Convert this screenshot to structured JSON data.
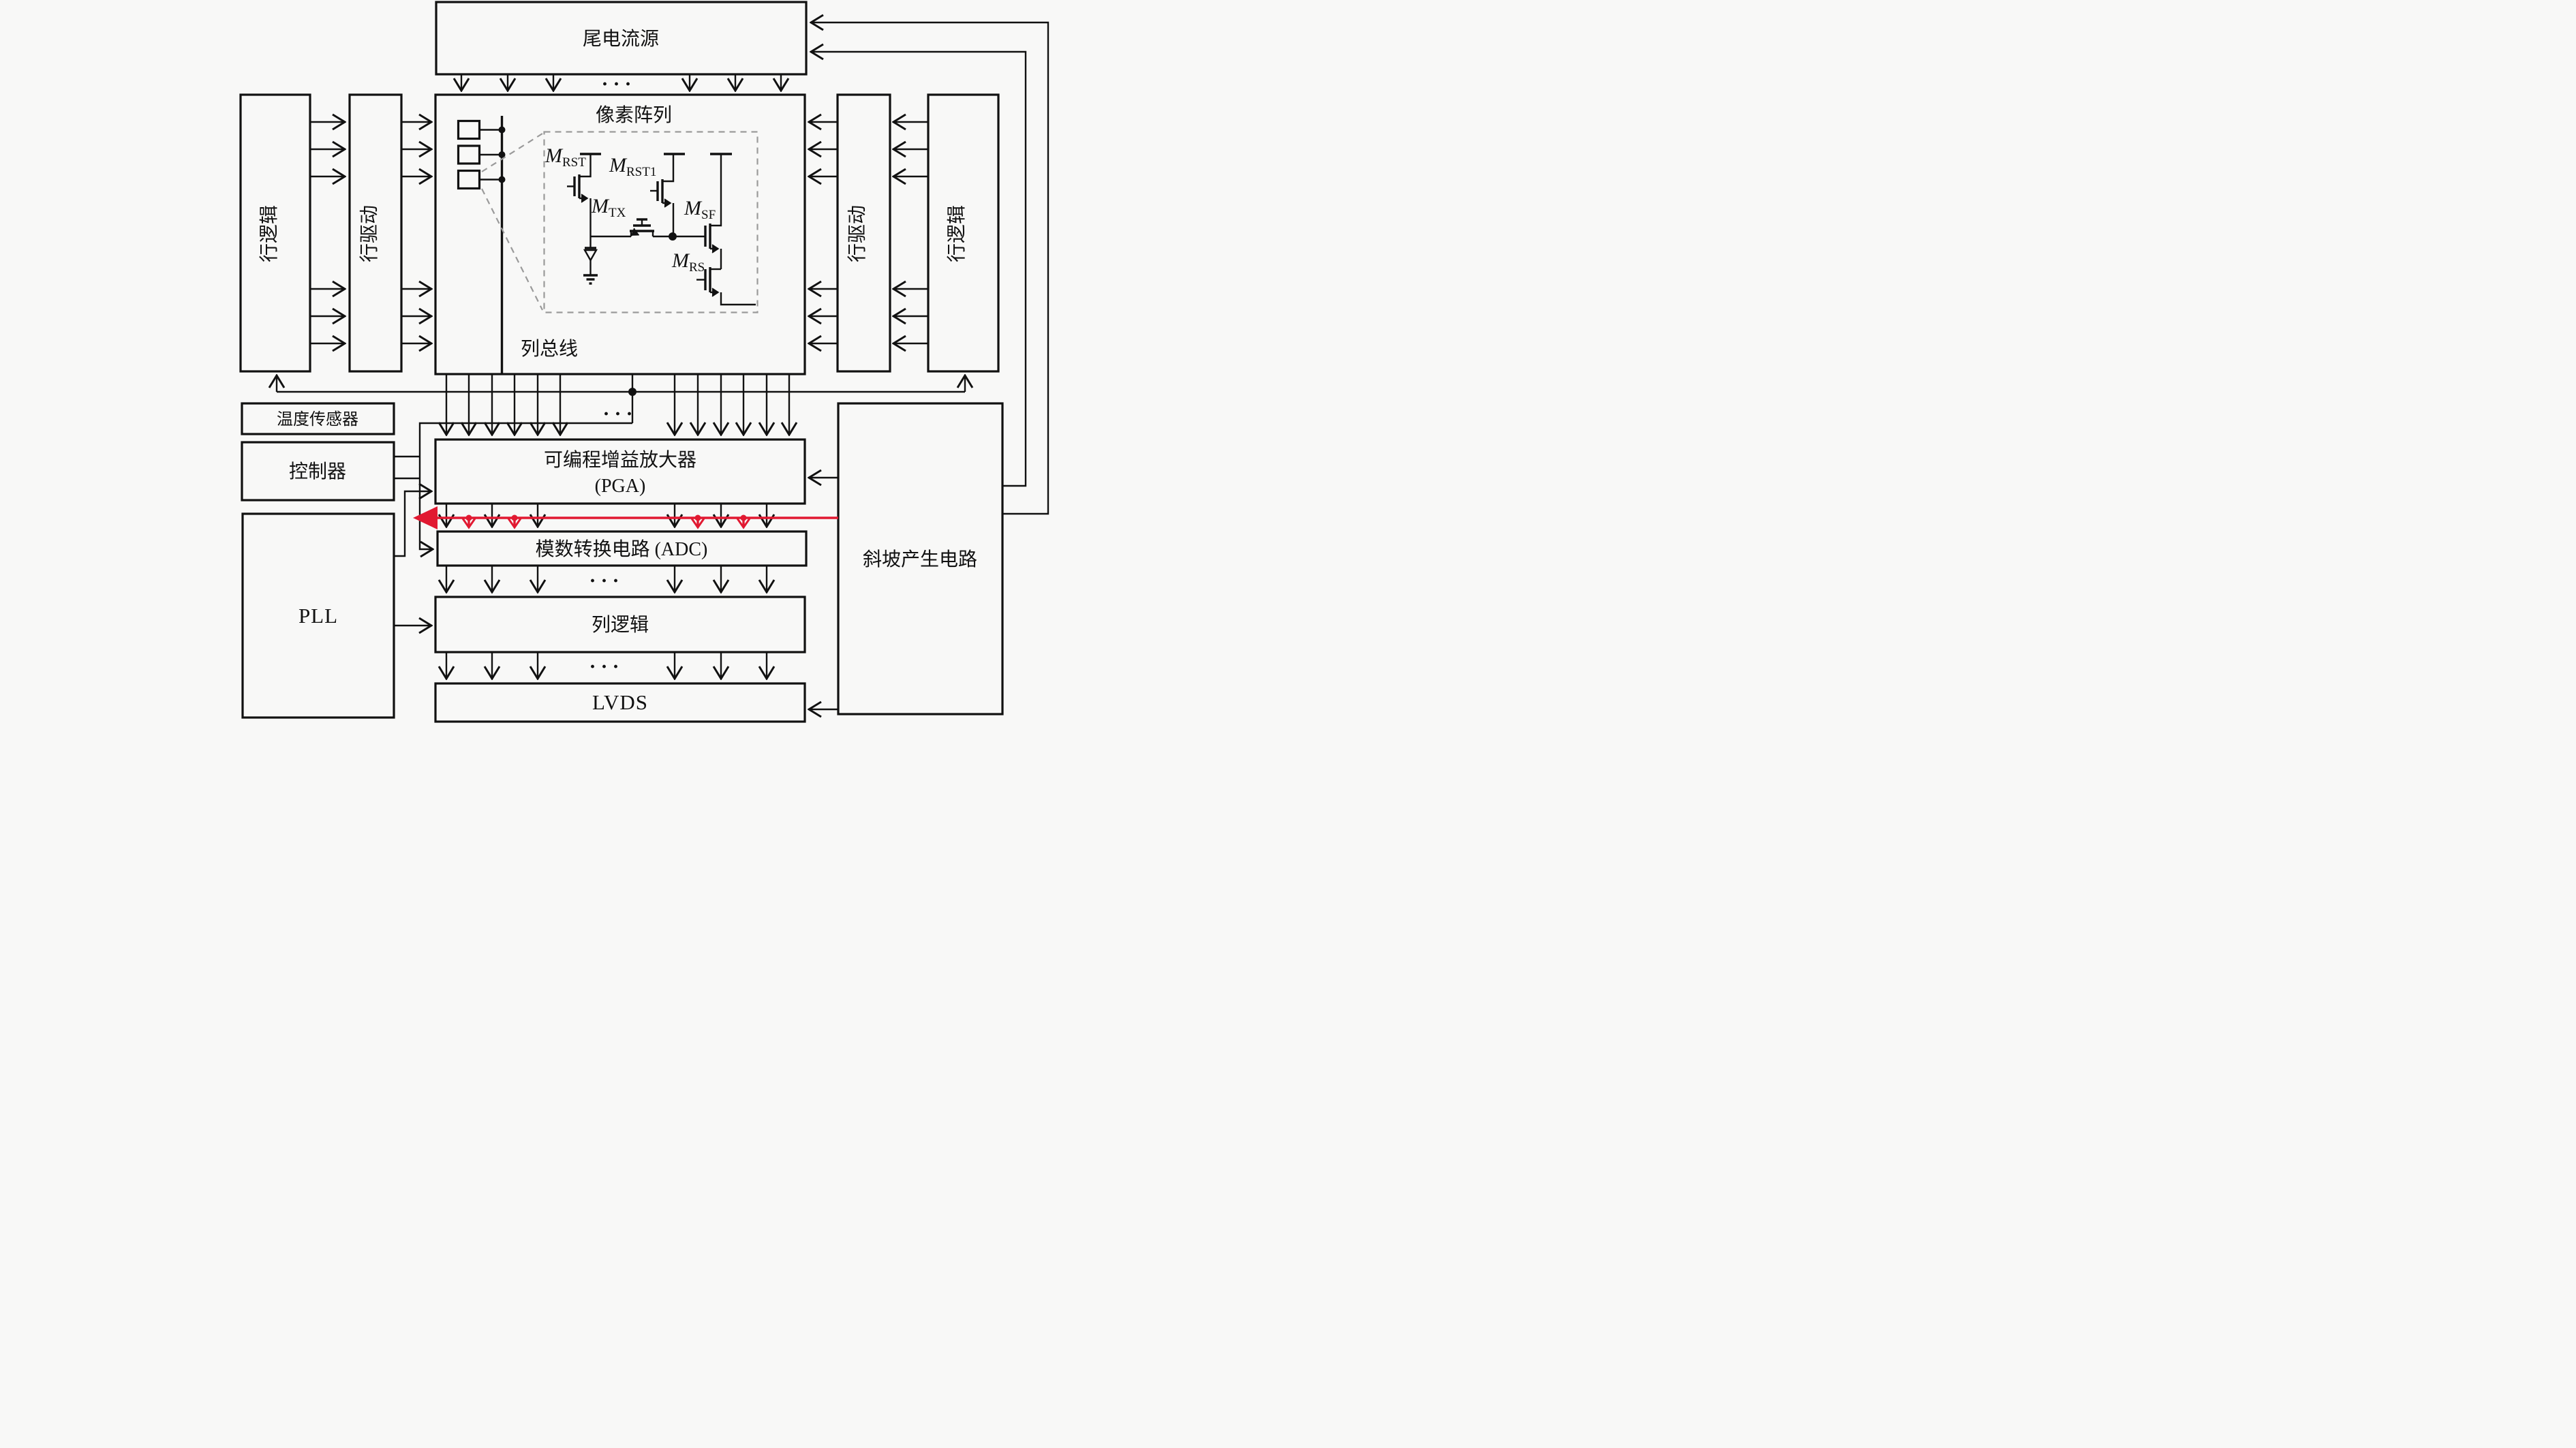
{
  "blocks": {
    "tail": "尾电流源",
    "pixel_array": "像素阵列",
    "column_bus": "列总线",
    "row_logic_left": "行逻辑",
    "row_driver_left": "行驱动",
    "row_driver_right": "行驱动",
    "row_logic_right": "行逻辑",
    "temp_sensor": "温度传感器",
    "controller": "控制器",
    "pll": "PLL",
    "pga_line1": "可编程增益放大器",
    "pga_line2": "(PGA)",
    "adc": "模数转换电路 (ADC)",
    "col_logic": "列逻辑",
    "lvds": "LVDS",
    "ramp": "斜坡产生电路"
  },
  "transistors": {
    "rst": {
      "prefix": "M",
      "sub": "RST"
    },
    "rst1": {
      "prefix": "M",
      "sub": "RST1"
    },
    "tx": {
      "prefix": "M",
      "sub": "TX"
    },
    "sf": {
      "prefix": "M",
      "sub": "SF"
    },
    "rs": {
      "prefix": "M",
      "sub": "RS"
    }
  },
  "ellipsis": "···",
  "colors": {
    "line": "#111111",
    "ramp_signal_red": "#e11931",
    "inset_dash_gray": "#9a9a9a",
    "background": "#f8f8f7"
  }
}
